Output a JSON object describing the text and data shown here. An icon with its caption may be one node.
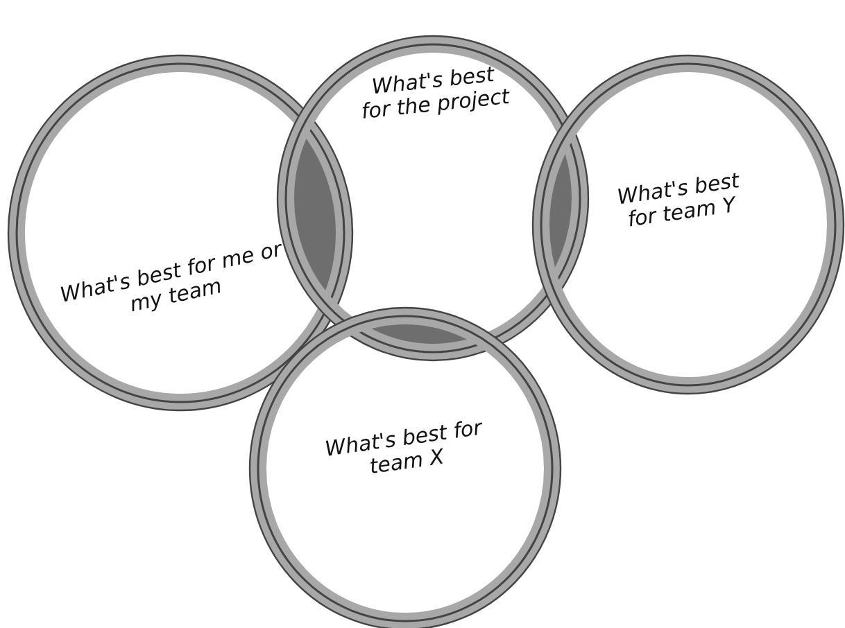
{
  "diagram": {
    "nodes": [
      {
        "text": [
          "What's best for me or my team"
        ]
      },
      {
        "text": [
          "What's best for the project"
        ]
      },
      {
        "text": [
          "What's best for team Y"
        ]
      },
      {
        "text": [
          "What's best for team X"
        ]
      }
    ]
  }
}
